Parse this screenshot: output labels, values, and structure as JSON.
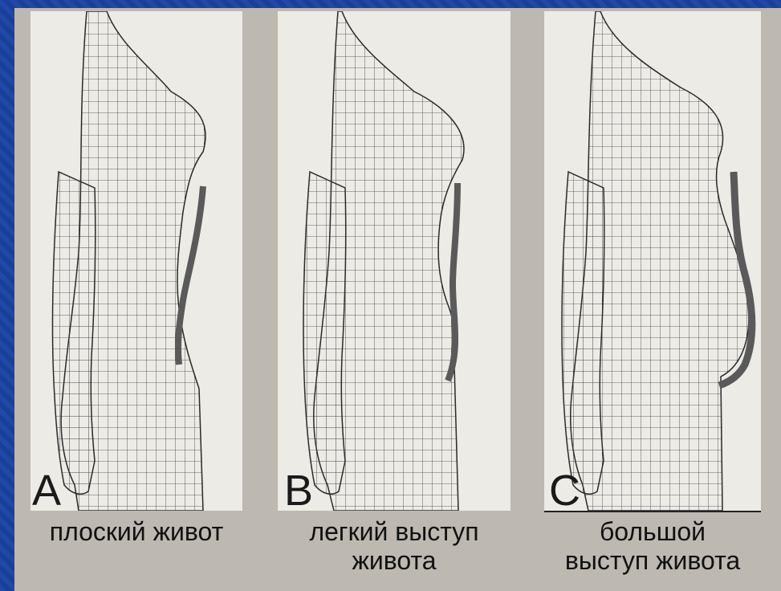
{
  "panels": [
    {
      "letter": "A",
      "caption_lines": [
        "плоский живот"
      ]
    },
    {
      "letter": "B",
      "caption_lines": [
        "легкий выступ",
        "живота"
      ]
    },
    {
      "letter": "C",
      "caption_lines": [
        "большой",
        "выступ живота"
      ]
    }
  ],
  "colors": {
    "frame": "#1a3f9c",
    "paper": "#ecebe6",
    "wire": "#3a3a3a",
    "profile_line": "#555555"
  },
  "icons": [
    "wireframe-torso-flat",
    "wireframe-torso-slight",
    "wireframe-torso-large"
  ]
}
